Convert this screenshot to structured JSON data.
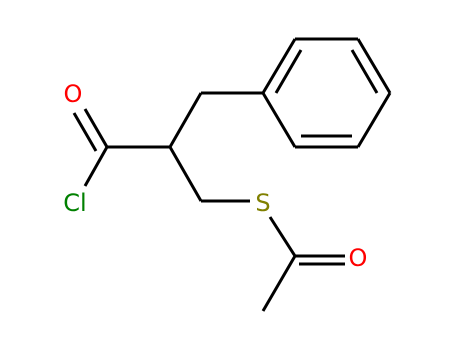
{
  "molecule": {
    "atoms": {
      "carbonyl_oxygen": "O",
      "chlorine": "Cl",
      "sulfur": "S",
      "thioester_oxygen": "O"
    },
    "colors": {
      "bond": "#000000",
      "oxygen": "#ff0000",
      "chlorine": "#008000",
      "sulfur": "#808000",
      "background": "#ffffff"
    }
  }
}
